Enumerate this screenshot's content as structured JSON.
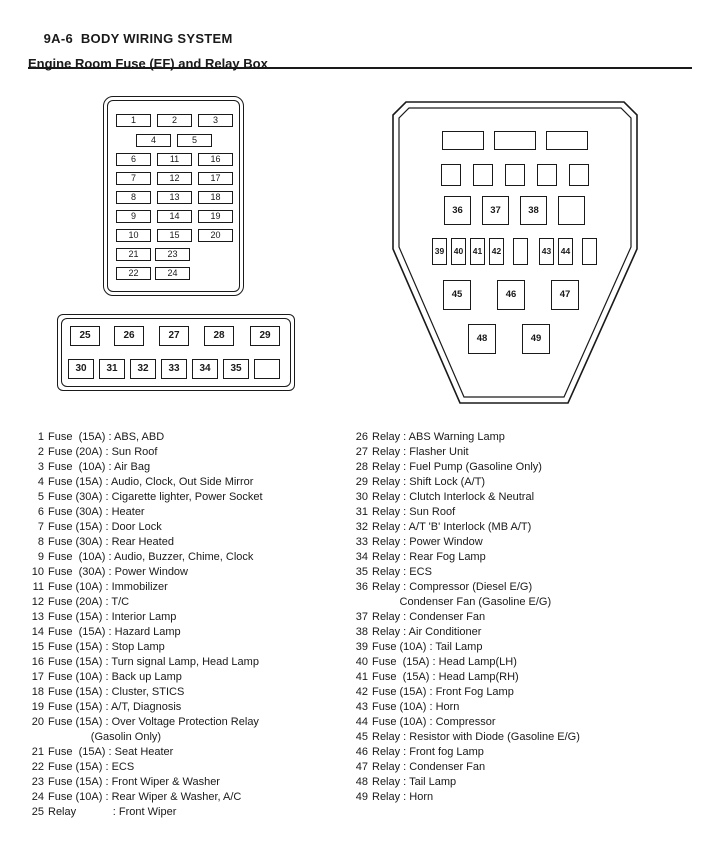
{
  "page": {
    "header": "9A-6  BODY WIRING SYSTEM",
    "title": "Engine Room Fuse (EF) and Relay Box"
  },
  "colors": {
    "ink": "#1a1a1a",
    "paper": "#ffffff"
  },
  "fuse_box_main": {
    "rows": [
      [
        "1",
        "2",
        "3"
      ],
      [
        "4",
        "5"
      ],
      [
        "6",
        "11",
        "16"
      ],
      [
        "7",
        "12",
        "17"
      ],
      [
        "8",
        "13",
        "18"
      ],
      [
        "9",
        "14",
        "19"
      ],
      [
        "10",
        "15",
        "20"
      ],
      [
        "21",
        "23"
      ],
      [
        "22",
        "24"
      ]
    ]
  },
  "fuse_strip": {
    "rows": [
      [
        "25",
        "26",
        "27",
        "28",
        "29"
      ],
      [
        "30",
        "31",
        "32",
        "33",
        "34",
        "35",
        ""
      ]
    ]
  },
  "relay_box": {
    "rows": [
      [
        "",
        "",
        ""
      ],
      [
        "",
        "",
        "",
        "",
        ""
      ],
      [
        "36",
        "37",
        "38",
        ""
      ],
      [
        "39",
        "40",
        "41",
        "42",
        "",
        "43",
        "44",
        ""
      ],
      [
        "45",
        "46",
        "47"
      ],
      [
        "48",
        "49"
      ]
    ]
  },
  "legend": {
    "left": [
      {
        "n": "1",
        "t": "Fuse  (15A) : ABS, ABD"
      },
      {
        "n": "2",
        "t": "Fuse (20A) : Sun Roof"
      },
      {
        "n": "3",
        "t": "Fuse  (10A) : Air Bag"
      },
      {
        "n": "4",
        "t": "Fuse (15A) : Audio, Clock, Out Side Mirror"
      },
      {
        "n": "5",
        "t": "Fuse (30A) : Cigarette lighter, Power Socket"
      },
      {
        "n": "6",
        "t": "Fuse (30A) : Heater"
      },
      {
        "n": "7",
        "t": "Fuse (15A) : Door Lock"
      },
      {
        "n": "8",
        "t": "Fuse (30A) : Rear Heated"
      },
      {
        "n": "9",
        "t": "Fuse  (10A) : Audio, Buzzer, Chime, Clock"
      },
      {
        "n": "10",
        "t": "Fuse  (30A) : Power Window"
      },
      {
        "n": "11",
        "t": "Fuse (10A) : Immobilizer"
      },
      {
        "n": "12",
        "t": "Fuse (20A) : T/C"
      },
      {
        "n": "13",
        "t": "Fuse (15A) : Interior Lamp"
      },
      {
        "n": "14",
        "t": "Fuse  (15A) : Hazard Lamp"
      },
      {
        "n": "15",
        "t": "Fuse (15A) : Stop Lamp"
      },
      {
        "n": "16",
        "t": "Fuse (15A) : Turn signal Lamp, Head Lamp"
      },
      {
        "n": "17",
        "t": "Fuse (10A) : Back up Lamp"
      },
      {
        "n": "18",
        "t": "Fuse (15A) : Cluster, STICS"
      },
      {
        "n": "19",
        "t": "Fuse (15A) : A/T, Diagnosis"
      },
      {
        "n": "20",
        "t": "Fuse (15A) : Over Voltage Protection Relay"
      },
      {
        "n": "",
        "t": "              (Gasolin Only)"
      },
      {
        "n": "21",
        "t": "Fuse  (15A) : Seat Heater"
      },
      {
        "n": "22",
        "t": "Fuse (15A) : ECS"
      },
      {
        "n": "23",
        "t": "Fuse (15A) : Front Wiper & Washer"
      },
      {
        "n": "24",
        "t": "Fuse (10A) : Rear Wiper & Washer, A/C"
      },
      {
        "n": "25",
        "t": "Relay            : Front Wiper"
      }
    ],
    "right": [
      {
        "n": "26",
        "t": "Relay : ABS Warning Lamp"
      },
      {
        "n": "27",
        "t": "Relay : Flasher Unit"
      },
      {
        "n": "28",
        "t": "Relay : Fuel Pump (Gasoline Only)"
      },
      {
        "n": "29",
        "t": "Relay : Shift Lock (A/T)"
      },
      {
        "n": "30",
        "t": "Relay : Clutch Interlock & Neutral"
      },
      {
        "n": "31",
        "t": "Relay : Sun Roof"
      },
      {
        "n": "32",
        "t": "Relay : A/T 'B' Interlock (MB A/T)"
      },
      {
        "n": "33",
        "t": "Relay : Power Window"
      },
      {
        "n": "34",
        "t": "Relay : Rear Fog Lamp"
      },
      {
        "n": "35",
        "t": "Relay : ECS"
      },
      {
        "n": "36",
        "t": "Relay : Compressor (Diesel E/G)"
      },
      {
        "n": "",
        "t": "         Condenser Fan (Gasoline E/G)"
      },
      {
        "n": "37",
        "t": "Relay : Condenser Fan"
      },
      {
        "n": "38",
        "t": "Relay : Air Conditioner"
      },
      {
        "n": "39",
        "t": "Fuse (10A) : Tail Lamp"
      },
      {
        "n": "40",
        "t": "Fuse  (15A) : Head Lamp(LH)"
      },
      {
        "n": "41",
        "t": "Fuse  (15A) : Head Lamp(RH)"
      },
      {
        "n": "42",
        "t": "Fuse (15A) : Front Fog Lamp"
      },
      {
        "n": "43",
        "t": "Fuse (10A) : Horn"
      },
      {
        "n": "44",
        "t": "Fuse (10A) : Compressor"
      },
      {
        "n": "45",
        "t": "Relay : Resistor with Diode (Gasoline E/G)"
      },
      {
        "n": "46",
        "t": "Relay : Front fog Lamp"
      },
      {
        "n": "47",
        "t": "Relay : Condenser Fan"
      },
      {
        "n": "48",
        "t": "Relay : Tail Lamp"
      },
      {
        "n": "49",
        "t": "Relay : Horn"
      }
    ]
  }
}
